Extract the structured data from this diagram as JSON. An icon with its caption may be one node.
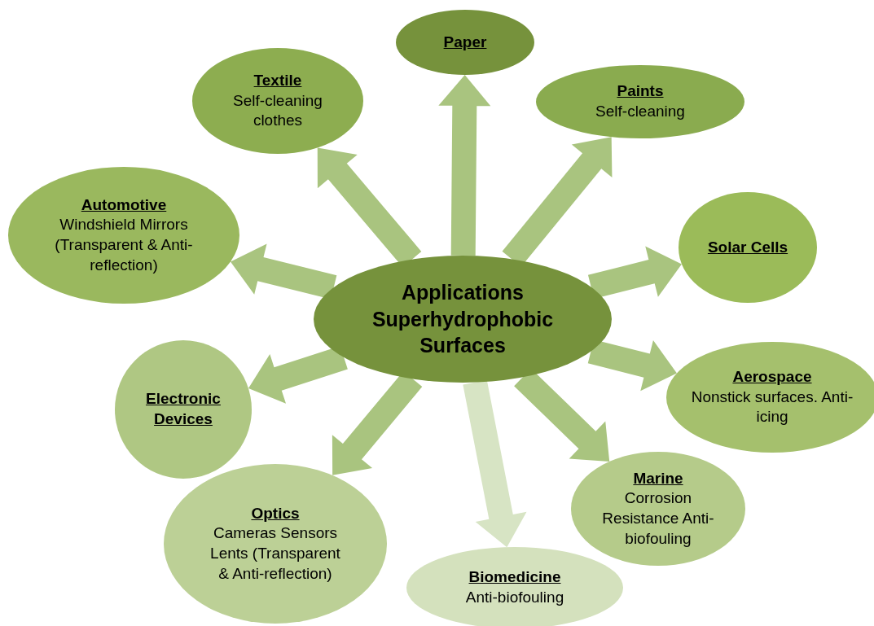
{
  "diagram": {
    "nodes": [
      {
        "text": [
          "Applications Superhydrophobic Surfaces"
        ]
      },
      {
        "text": [
          "Paper"
        ]
      },
      {
        "text": [
          "Paints",
          "Self-cleaning"
        ]
      },
      {
        "text": [
          "Solar Cells"
        ]
      },
      {
        "text": [
          "Aerospace",
          "Nonstick surfaces. Anti-icing"
        ]
      },
      {
        "text": [
          "Marine",
          "Corrosion Resistance Anti-biofouling"
        ]
      },
      {
        "text": [
          "Biomedicine",
          "Anti-biofouling"
        ]
      },
      {
        "text": [
          "Optics",
          "Cameras Sensors Lents (Transparent & Anti-reflection)"
        ]
      },
      {
        "text": [
          "Electronic Devices"
        ]
      },
      {
        "text": [
          "Automotive",
          "Windshield Mirrors (Transparent & Anti-reflection)"
        ]
      },
      {
        "text": [
          "Textile",
          "Self-cleaning clothes"
        ]
      }
    ],
    "edges": [
      {
        "from": 0,
        "to": 1,
        "arrow": "to"
      },
      {
        "from": 0,
        "to": 2,
        "arrow": "to"
      },
      {
        "from": 0,
        "to": 3,
        "arrow": "to"
      },
      {
        "from": 0,
        "to": 4,
        "arrow": "to"
      },
      {
        "from": 0,
        "to": 5,
        "arrow": "to"
      },
      {
        "from": 0,
        "to": 6,
        "arrow": "to",
        "color": "#d7e4c4"
      },
      {
        "from": 0,
        "to": 7,
        "arrow": "to"
      },
      {
        "from": 0,
        "to": 8,
        "arrow": "to"
      },
      {
        "from": 0,
        "to": 9,
        "arrow": "to"
      },
      {
        "from": 0,
        "to": 10,
        "arrow": "to"
      }
    ]
  }
}
